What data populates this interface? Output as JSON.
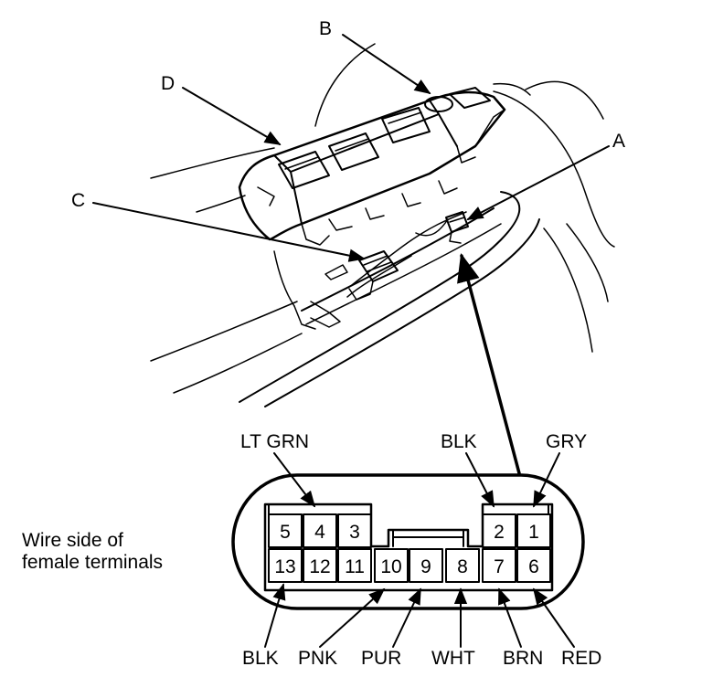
{
  "callouts": {
    "a": "A",
    "b": "B",
    "c": "C",
    "d": "D"
  },
  "note": {
    "line1": "Wire side of",
    "line2": "female terminals"
  },
  "pins": {
    "p1": "1",
    "p2": "2",
    "p3": "3",
    "p4": "4",
    "p5": "5",
    "p6": "6",
    "p7": "7",
    "p8": "8",
    "p9": "9",
    "p10": "10",
    "p11": "11",
    "p12": "12",
    "p13": "13"
  },
  "wires": {
    "lt_grn": "LT GRN",
    "blk_top": "BLK",
    "gry": "GRY",
    "blk_bottom": "BLK",
    "pnk": "PNK",
    "pur": "PUR",
    "wht": "WHT",
    "brn": "BRN",
    "red": "RED"
  }
}
